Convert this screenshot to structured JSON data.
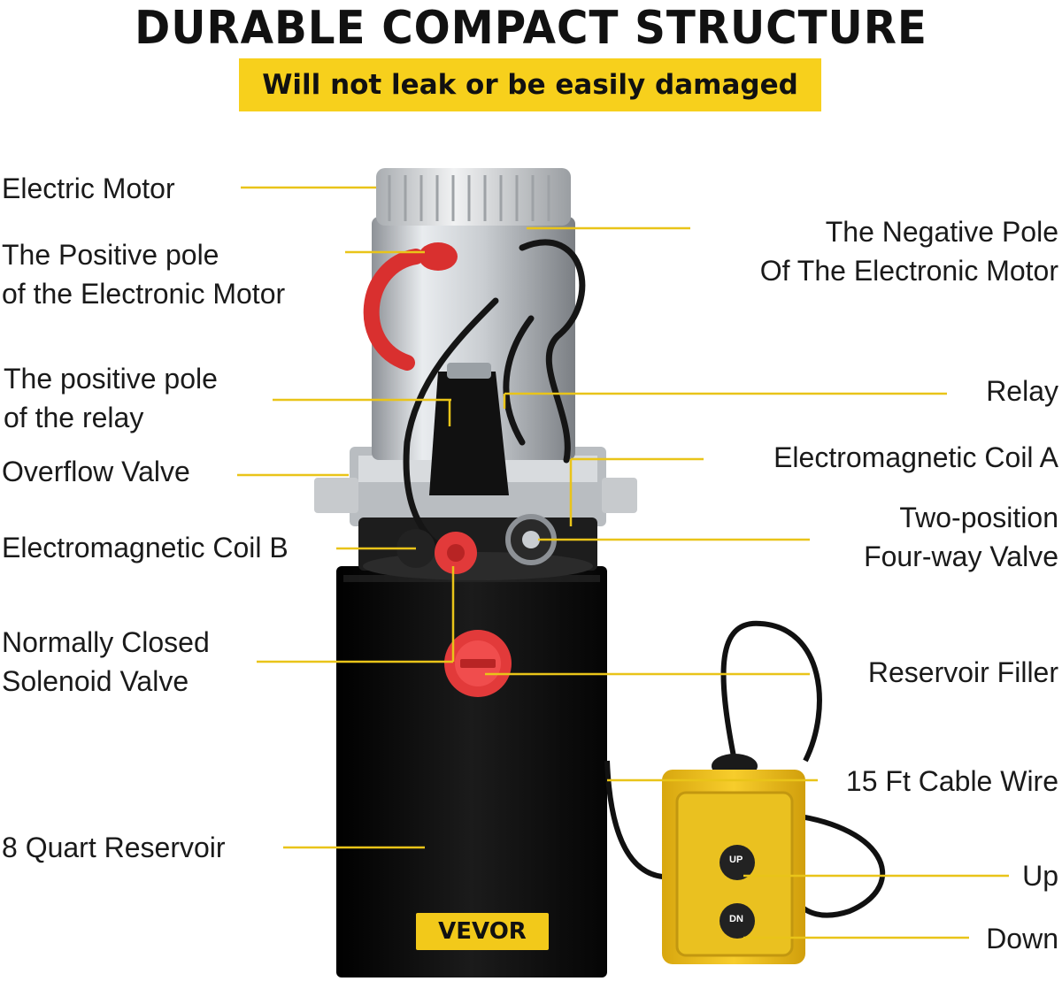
{
  "header": {
    "title": "DURABLE COMPACT STRUCTURE",
    "subtitle": "Will not leak or be easily damaged"
  },
  "labels": {
    "electric_motor": "Electric Motor",
    "positive_pole_motor": [
      "The Positive pole",
      "of the Electronic Motor"
    ],
    "negative_pole_motor": [
      "The Negative Pole",
      "Of The Electronic Motor"
    ],
    "positive_pole_relay": [
      "The positive pole",
      "of the relay"
    ],
    "relay": "Relay",
    "overflow_valve": "Overflow Valve",
    "coil_a": "Electromagnetic Coil A",
    "two_position_valve": [
      "Two-position",
      "Four-way Valve"
    ],
    "coil_b": "Electromagnetic Coil B",
    "solenoid_valve": [
      "Normally Closed",
      "Solenoid Valve"
    ],
    "reservoir_filler": "Reservoir Filler",
    "cable_wire": "15 Ft Cable Wire",
    "reservoir": "8 Quart Reservoir",
    "up": "Up",
    "down": "Down"
  },
  "product": {
    "brand": "VEVOR",
    "button_up": "UP",
    "button_down": "DN"
  },
  "colors": {
    "accent": "#f7d01c",
    "leader_line": "#e9c419",
    "reservoir": "#0d0d0d",
    "cap": "#e23a3a"
  }
}
